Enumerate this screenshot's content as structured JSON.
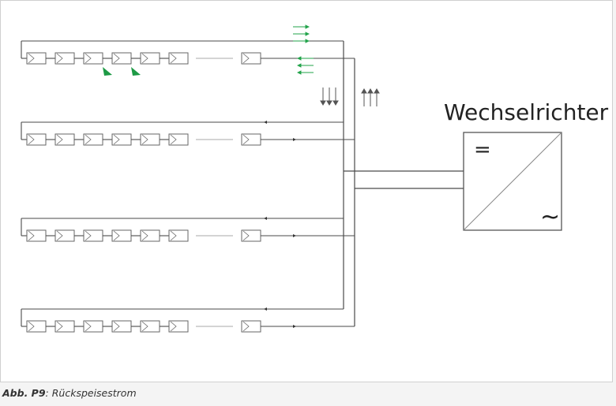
{
  "diagram": {
    "inverter": {
      "title": "Wechselrichter",
      "dc_symbol": "=",
      "ac_symbol": "~"
    },
    "strings": 4,
    "modules_per_string_visible": 7,
    "colors": {
      "line": "#4a4a4a",
      "module": "#666666",
      "reverse_current": "#22a34a"
    }
  },
  "caption": {
    "label": "Abb. P9",
    "separator": ": ",
    "text": "Rückspeisestrom"
  }
}
